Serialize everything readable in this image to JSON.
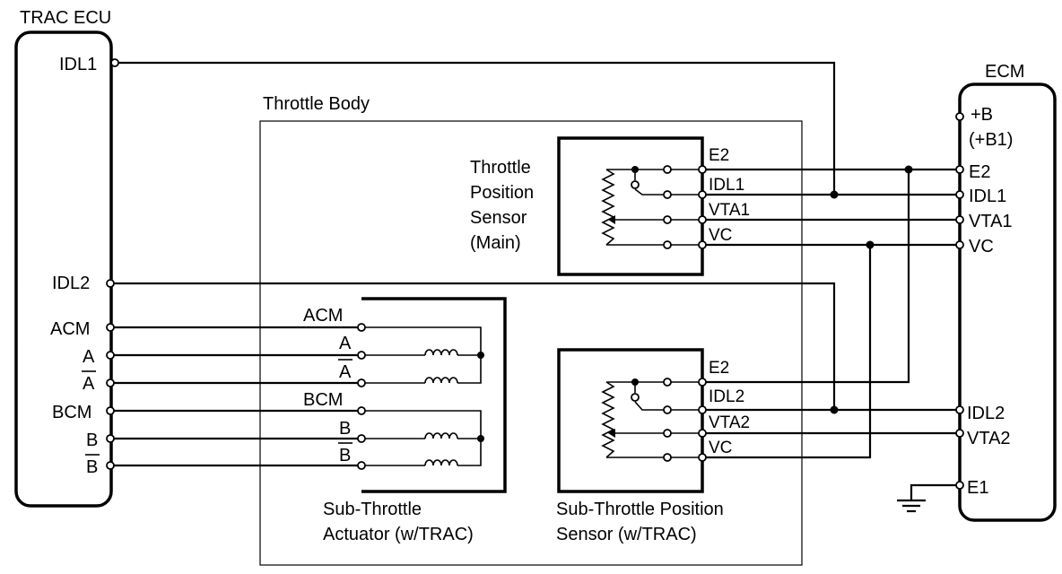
{
  "trac_ecu": {
    "title": "TRAC ECU",
    "pins": {
      "idl1": "IDL1",
      "idl2": "IDL2",
      "acm": "ACM",
      "a": "A",
      "a_bar": "A",
      "bcm": "BCM",
      "b": "B",
      "b_bar": "B"
    }
  },
  "ecm": {
    "title": "ECM",
    "pins": {
      "plus_b": "+B",
      "plus_b1": "(+B1)",
      "e2": "E2",
      "idl1": "IDL1",
      "vta1": "VTA1",
      "vc": "VC",
      "idl2": "IDL2",
      "vta2": "VTA2",
      "e1": "E1"
    }
  },
  "throttle_body": {
    "title": "Throttle Body"
  },
  "main_sensor": {
    "label_lines": [
      "Throttle",
      "Position",
      "Sensor",
      "(Main)"
    ],
    "pins": {
      "e2": "E2",
      "idl1": "IDL1",
      "vta1": "VTA1",
      "vc": "VC"
    }
  },
  "sub_sensor": {
    "label_lines": [
      "Sub-Throttle Position",
      "Sensor (w/TRAC)"
    ],
    "pins": {
      "e2": "E2",
      "idl2": "IDL2",
      "vta2": "VTA2",
      "vc": "VC"
    }
  },
  "actuator": {
    "label_lines": [
      "Sub-Throttle",
      "Actuator (w/TRAC)"
    ],
    "pins": {
      "acm": "ACM",
      "a": "A",
      "a_bar": "A",
      "bcm": "BCM",
      "b": "B",
      "b_bar": "B"
    }
  }
}
